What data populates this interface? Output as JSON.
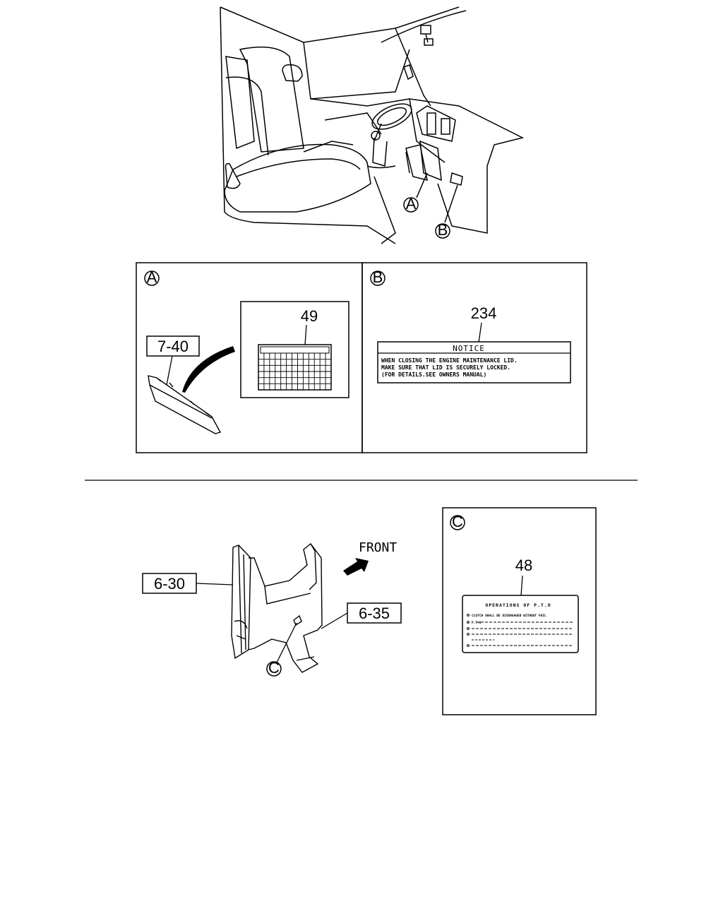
{
  "callouts": {
    "a": "A",
    "b": "B",
    "c": "C"
  },
  "panel_a": {
    "part_ref": "7-40",
    "label_ref": "49"
  },
  "panel_b": {
    "label_ref": "234",
    "notice_title": "NOTICE",
    "notice_lines": [
      "WHEN CLOSING THE ENGINE MAINTENANCE LID.",
      "MAKE SURE THAT LID IS SECURELY LOCKED.",
      "(FOR DETAILS.SEE OWNERS MANUAL)"
    ]
  },
  "lower": {
    "front_label": "FRONT",
    "part_left": "6-30",
    "part_right": "6-35"
  },
  "panel_c": {
    "label_ref": "48",
    "label_title": "OPERATIONS OF P.T.O",
    "label_line1": "CLUTCH SHALL BE DISENGAGED WITHOUT FAIL",
    "label_line2": "P.T.O"
  }
}
